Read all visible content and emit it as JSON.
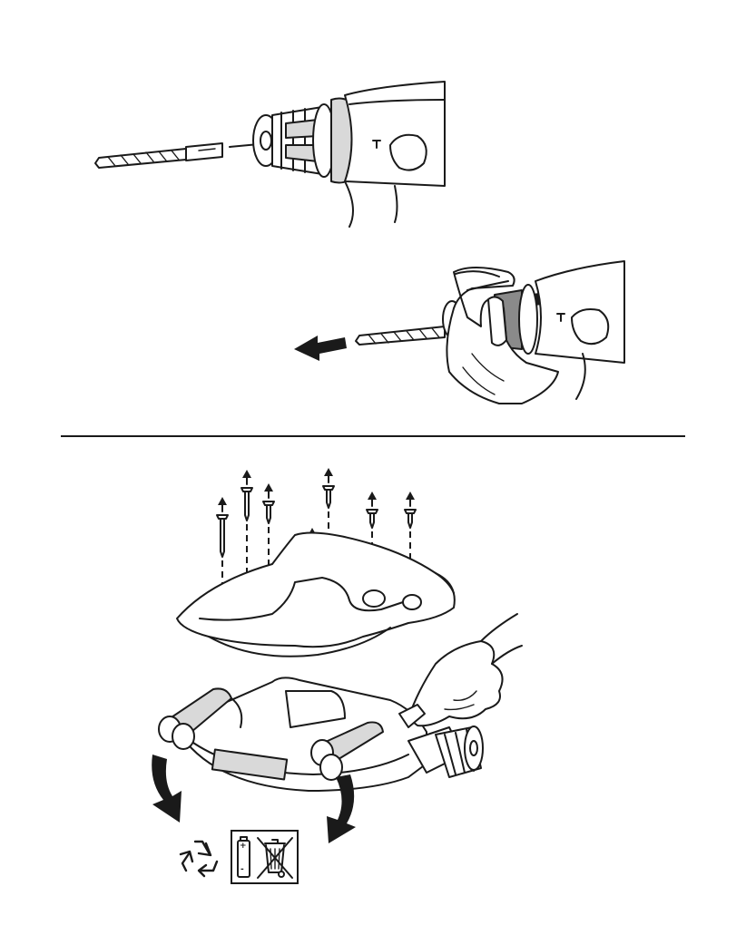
{
  "figures": {
    "insert_bit": {
      "icon": "drill-bit-insertion-illustration"
    },
    "remove_bit": {
      "icon": "drill-bit-removal-illustration"
    },
    "battery_disposal": {
      "icon": "battery-removal-illustration"
    }
  },
  "symbols": {
    "recycle": {
      "icon": "recycling-icon"
    },
    "battery": {
      "icon": "battery-icon",
      "plus_label": "+",
      "minus_label": "-"
    },
    "bin": {
      "icon": "crossed-out-wheelie-bin-icon"
    }
  },
  "colors": {
    "line": "#1a1a1a",
    "shade": "#d9d9d9",
    "dark_shade": "#8a8a8a",
    "background": "#ffffff"
  }
}
